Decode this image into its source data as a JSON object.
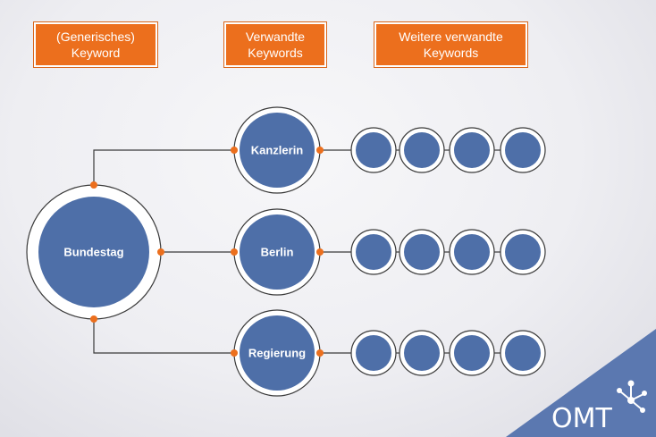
{
  "headers": [
    {
      "line1": "(Generisches)",
      "line2": "Keyword"
    },
    {
      "line1": "Verwandte",
      "line2": "Keywords"
    },
    {
      "line1": "Weitere verwandte",
      "line2": "Keywords"
    }
  ],
  "root": {
    "label": "Bundestag"
  },
  "related": [
    {
      "label": "Kanzlerin",
      "further_count": 4
    },
    {
      "label": "Berlin",
      "further_count": 4
    },
    {
      "label": "Regierung",
      "further_count": 4
    }
  ],
  "logo": {
    "text": "OMT"
  },
  "colors": {
    "header_fill": "#ec6f1d",
    "node_fill": "#4e6fa8",
    "connector_dot": "#ec6f1d",
    "line": "#3a3a3a",
    "corner_fill": "#5b78b0"
  }
}
